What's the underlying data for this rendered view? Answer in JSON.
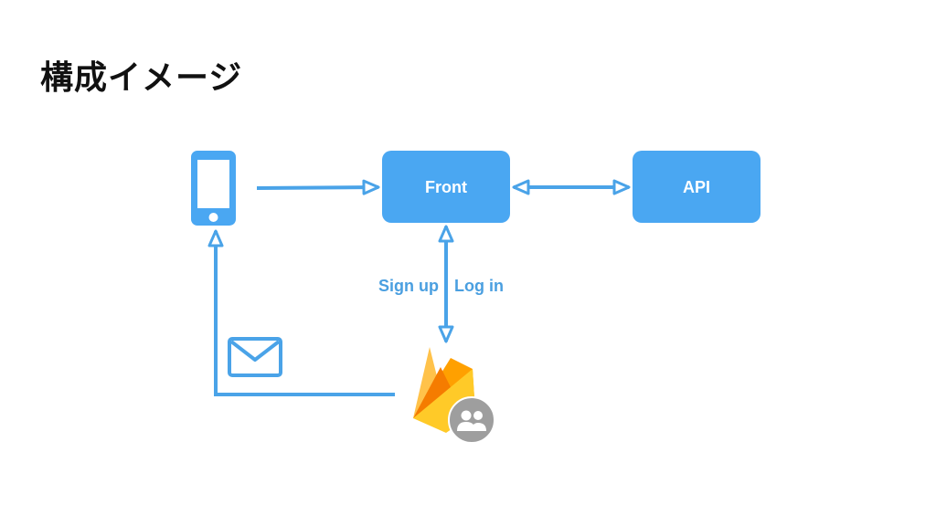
{
  "slide": {
    "title": "構成イメージ"
  },
  "diagram": {
    "nodes": {
      "front": "Front",
      "api": "API"
    },
    "edges": {
      "signup": "Sign up",
      "login": "Log in"
    },
    "icons": [
      "smartphone-icon",
      "mail-icon",
      "firebase-auth-icon",
      "users-icon"
    ],
    "colors": {
      "box": "#4aa7f2",
      "arrow": "#4aa3e8",
      "label": "#4a9fe0",
      "firebase_yellow": "#ffca28",
      "firebase_amber": "#ffa000",
      "firebase_orange": "#f57c00",
      "badge_gray": "#9e9e9e"
    }
  }
}
